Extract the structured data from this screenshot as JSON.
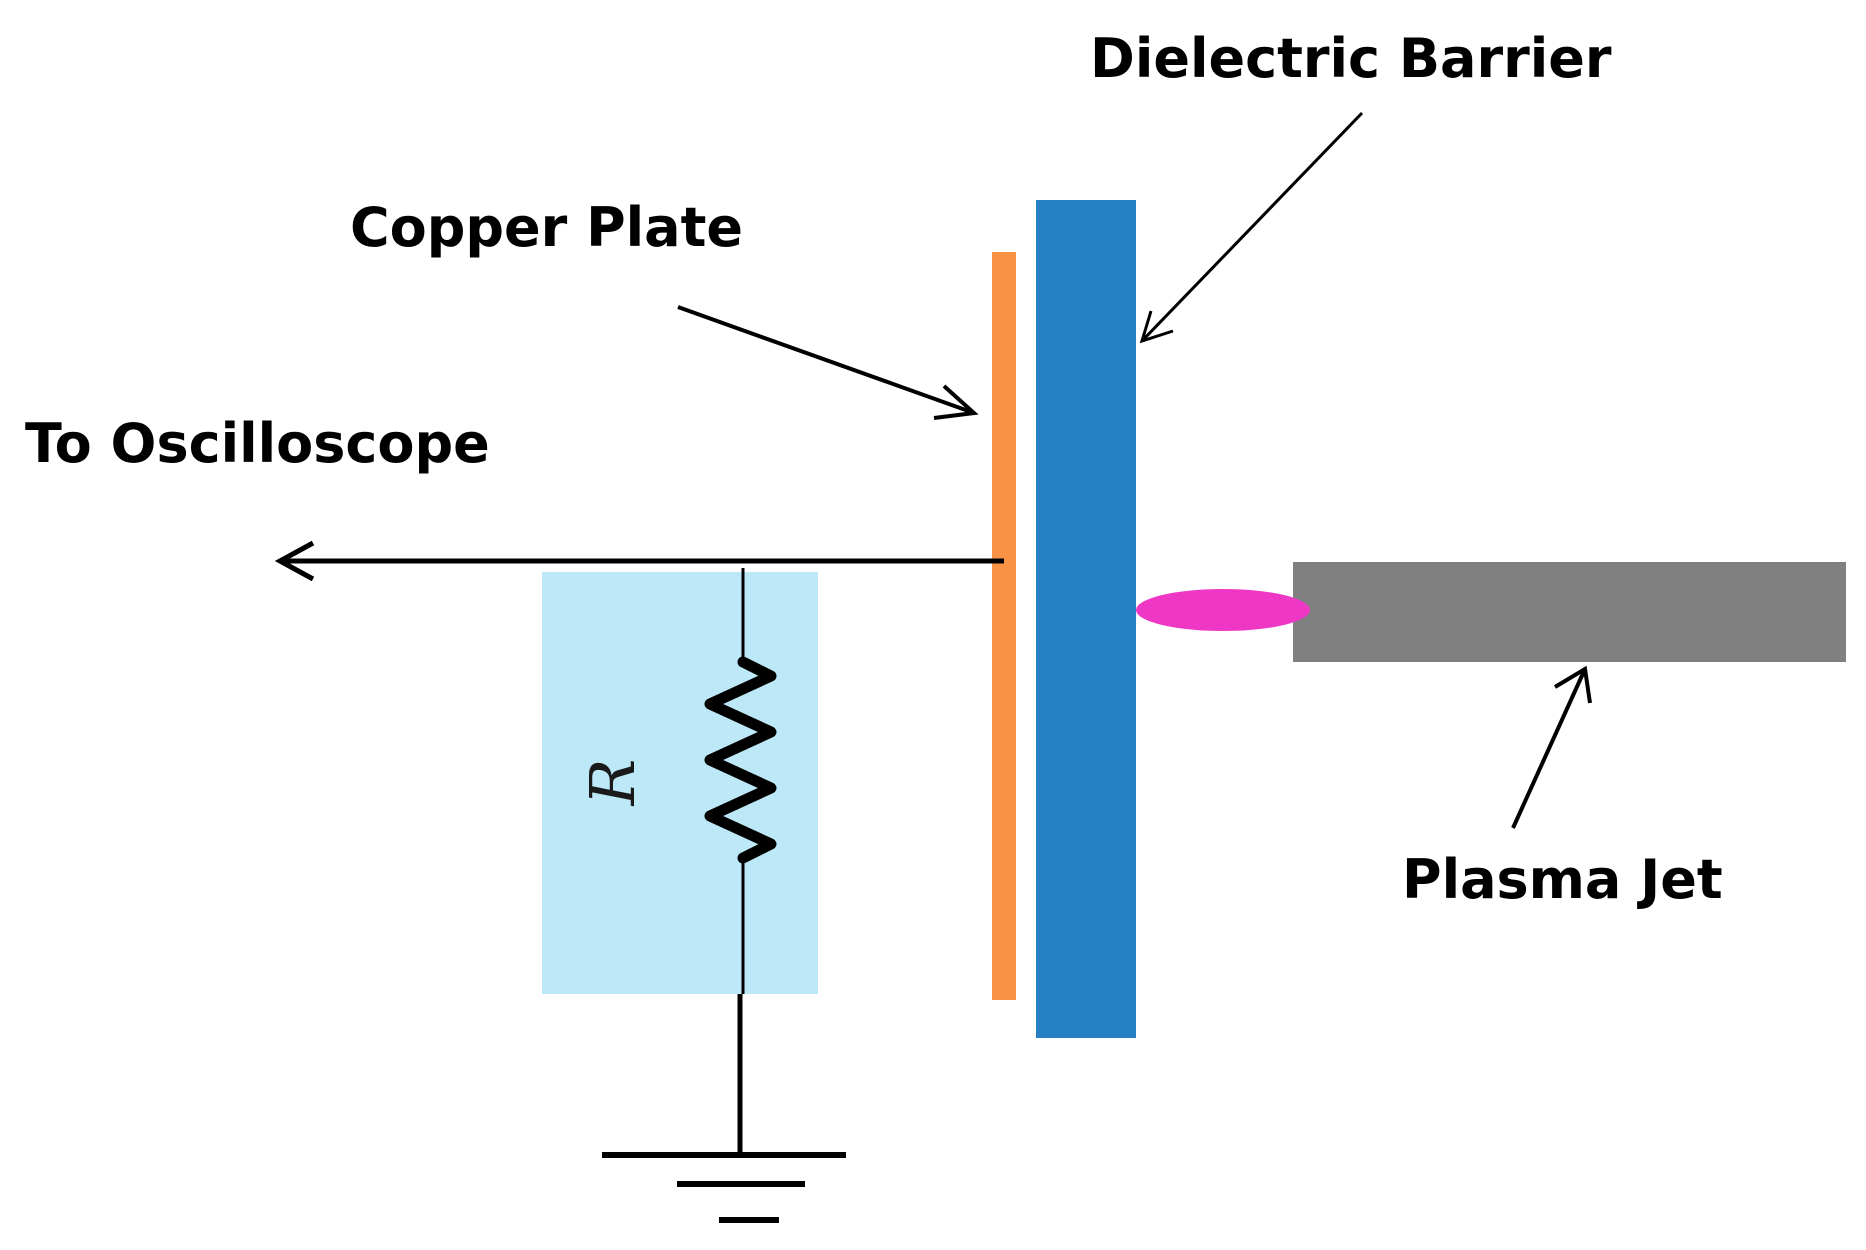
{
  "labels": {
    "dielectric_barrier": "Dielectric Barrier",
    "copper_plate": "Copper Plate",
    "oscilloscope": "To Oscilloscope",
    "plasma_jet": "Plasma Jet",
    "resistor": "R"
  },
  "colors": {
    "copper": "#f99244",
    "barrier": "#2480c2",
    "resistor_box": "#bde8f7",
    "plasma_glow": "#ef37c6",
    "jet_body": "#808080",
    "line": "#000000"
  }
}
